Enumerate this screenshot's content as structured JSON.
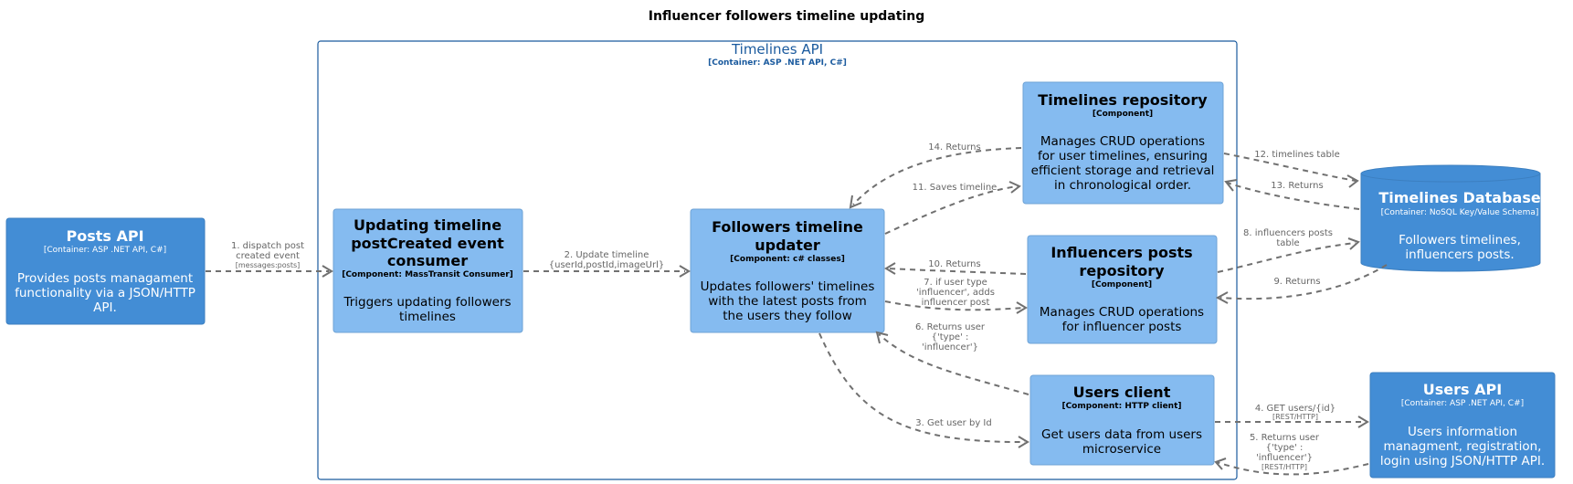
{
  "diagram": {
    "title": "Influencer followers timeline updating",
    "container": {
      "name": "Timelines API",
      "type": "[Container: ASP .NET API, C#]"
    },
    "nodes": {
      "posts_api": {
        "name": "Posts API",
        "type": "[Container: ASP .NET API, C#]",
        "desc": [
          "Provides posts managament",
          "functionality via a JSON/HTTP",
          "API."
        ]
      },
      "consumer": {
        "name": [
          "Updating timeline",
          "postCreated event",
          "consumer"
        ],
        "type": "[Component: MassTransit Consumer]",
        "desc": [
          "Triggers updating followers",
          "timelines"
        ]
      },
      "updater": {
        "name": [
          "Followers timeline",
          "updater"
        ],
        "type": "[Component: c# classes]",
        "desc": [
          "Updates followers' timelines",
          "with the latest posts from",
          "the users they follow"
        ]
      },
      "timelines_repo": {
        "name": "Timelines repository",
        "type": "[Component]",
        "desc": [
          "Manages CRUD operations",
          "for user timelines, ensuring",
          "efficient storage and retrieval",
          "in chronological order."
        ]
      },
      "influencers_repo": {
        "name": [
          "Influencers posts",
          "repository"
        ],
        "type": "[Component]",
        "desc": [
          "Manages CRUD operations",
          "for influencer posts"
        ]
      },
      "users_client": {
        "name": "Users client",
        "type": "[Component: HTTP client]",
        "desc": [
          "Get users data from users",
          "microservice"
        ]
      },
      "timelines_db": {
        "name": "Timelines Database",
        "type": "[Container: NoSQL Key/Value Schema]",
        "desc": [
          "Followers timelines,",
          "influencers posts."
        ]
      },
      "users_api": {
        "name": "Users API",
        "type": "[Container: ASP .NET API, C#]",
        "desc": [
          "Users information",
          "managment, registration,",
          "login using JSON/HTTP API."
        ]
      }
    },
    "edges": {
      "e1": {
        "label": [
          "1. dispatch post",
          "created event"
        ],
        "tech": "[messages:posts]"
      },
      "e2": {
        "label": [
          "2. Update timeline",
          "{userId,postId,imageUrl}"
        ]
      },
      "e3": {
        "label": [
          "3. Get user by Id"
        ]
      },
      "e4": {
        "label": [
          "4. GET users/{id}"
        ],
        "tech": "[REST/HTTP]"
      },
      "e5": {
        "label": [
          "5. Returns user",
          "{'type' :",
          "'influencer'}"
        ],
        "tech": "[REST/HTTP]"
      },
      "e6": {
        "label": [
          "6. Returns user",
          "{'type' :",
          "'influencer'}"
        ]
      },
      "e7": {
        "label": [
          "7. if user type",
          "'influencer', adds",
          "influencer post"
        ]
      },
      "e8": {
        "label": [
          "8. influencers posts",
          "table"
        ]
      },
      "e9": {
        "label": [
          "9. Returns"
        ]
      },
      "e10": {
        "label": [
          "10. Returns"
        ]
      },
      "e11": {
        "label": [
          "11. Saves timeline"
        ]
      },
      "e12": {
        "label": [
          "12. timelines table"
        ]
      },
      "e13": {
        "label": [
          "13. Returns"
        ]
      },
      "e14": {
        "label": [
          "14. Returns"
        ]
      }
    },
    "colors": {
      "container_box": "#438dd5",
      "component_box": "#85bbf0",
      "container_border": "#1a5a9e",
      "edge": "#707070"
    }
  }
}
